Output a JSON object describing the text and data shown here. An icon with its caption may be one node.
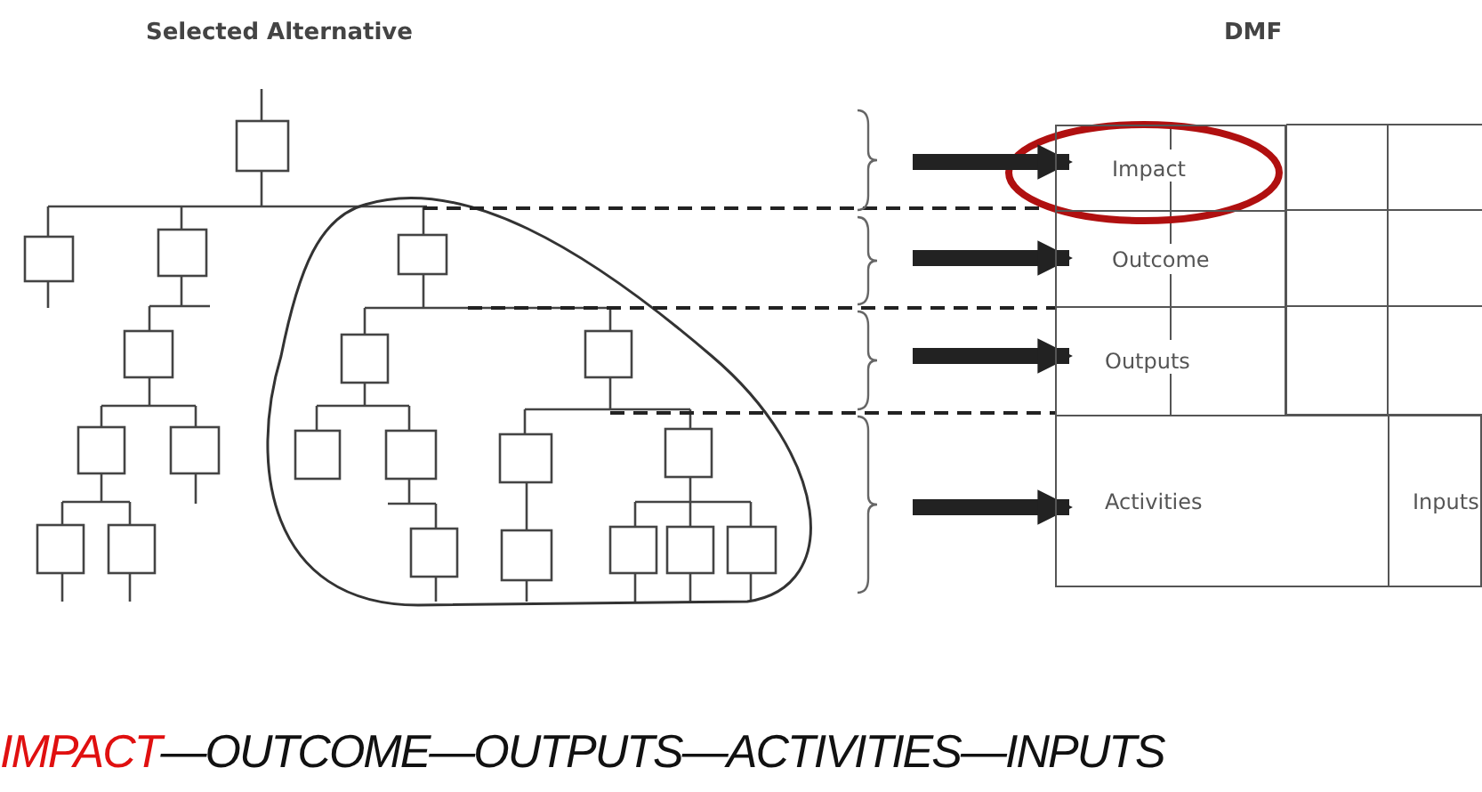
{
  "diagram": {
    "nodes": [
      {
        "text": [
          "Impact"
        ]
      },
      {
        "text": [
          "Outcome"
        ]
      },
      {
        "text": [
          "Outputs"
        ]
      },
      {
        "text": [
          "Activities"
        ]
      },
      {
        "text": [
          "Inputs"
        ]
      }
    ],
    "edges": [
      {
        "from": null,
        "to": 0,
        "arrow": "to"
      },
      {
        "from": null,
        "to": 1,
        "arrow": "to"
      },
      {
        "from": null,
        "to": 2,
        "arrow": "to"
      },
      {
        "from": null,
        "to": 3,
        "arrow": "to"
      }
    ],
    "labels": [
      "Selected Alternative",
      "DMF",
      "IMPACT",
      "—OUTCOME—OUTPUTS—ACTIVITIES—INPUTS"
    ]
  }
}
